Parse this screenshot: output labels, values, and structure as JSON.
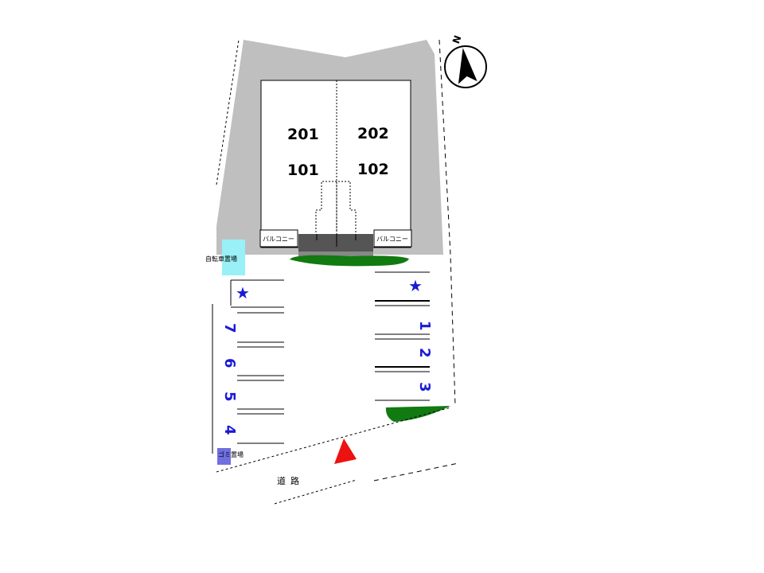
{
  "map": {
    "rooms": {
      "r201": "201",
      "r202": "202",
      "r101": "101",
      "r102": "102"
    },
    "balcony_left": "バルコニー",
    "balcony_right": "バルコニー",
    "bike_parking": "自転車置場",
    "garbage": "ゴミ置場",
    "road": "道路",
    "north": "N",
    "star": "★",
    "slots_right": [
      "1",
      "2",
      "3"
    ],
    "slots_left": [
      "7",
      "6",
      "5",
      "4"
    ],
    "colors": {
      "site_gray": "#bfbfbf",
      "planting_green": "#117a11",
      "bike_cyan": "#99f0f7",
      "garbage_blue": "#6f6fe0",
      "slot_blue": "#1a1ad6",
      "entrance_red": "#ee1111"
    }
  }
}
